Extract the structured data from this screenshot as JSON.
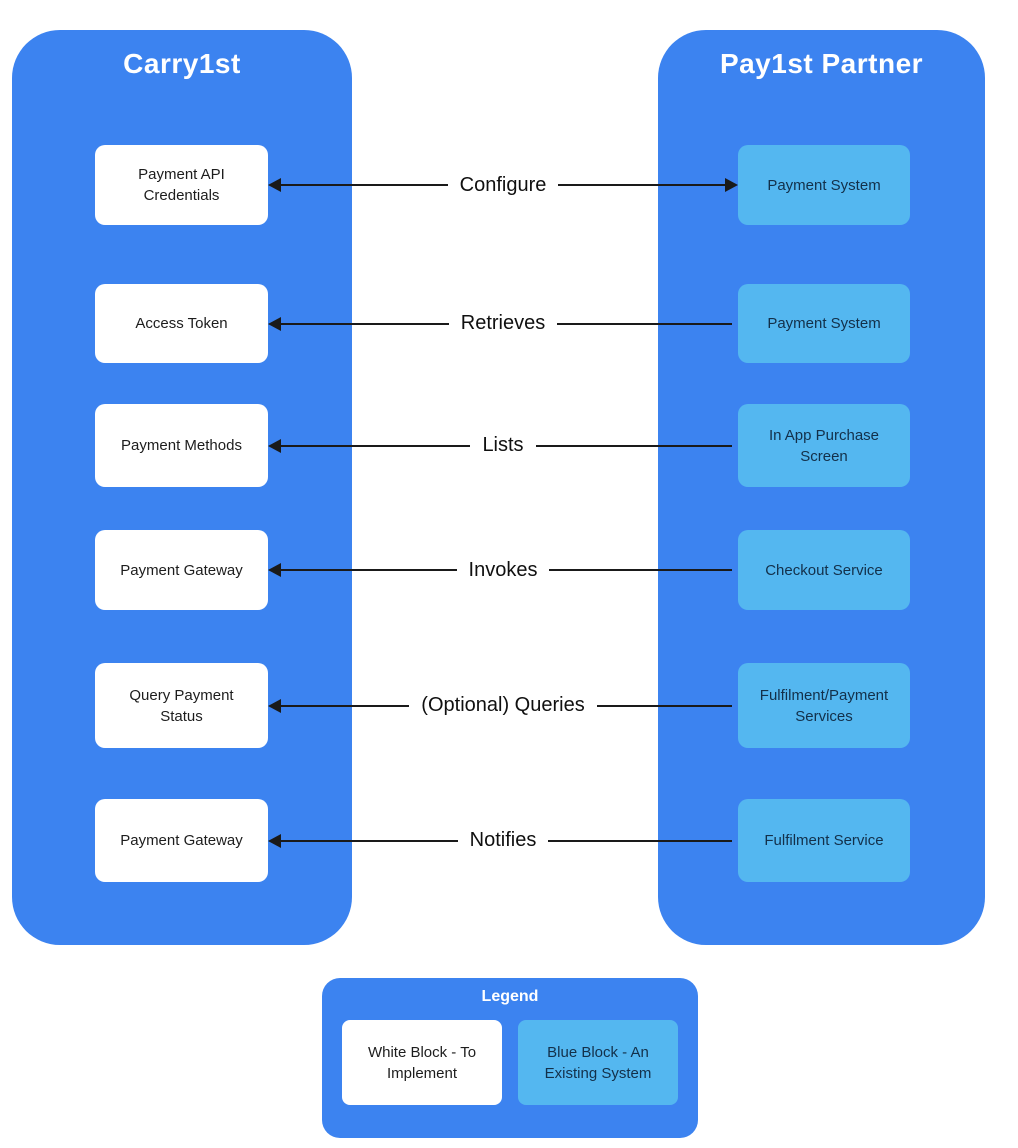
{
  "diagram": {
    "left_column": {
      "title": "Carry1st"
    },
    "right_column": {
      "title": "Pay1st Partner"
    },
    "rows": [
      {
        "left": "Payment API Credentials",
        "label": "Configure",
        "right": "Payment System",
        "direction": "both"
      },
      {
        "left": "Access Token",
        "label": "Retrieves",
        "right": "Payment System",
        "direction": "left"
      },
      {
        "left": "Payment Methods",
        "label": "Lists",
        "right": "In App Purchase Screen",
        "direction": "left"
      },
      {
        "left": "Payment Gateway",
        "label": "Invokes",
        "right": "Checkout Service",
        "direction": "left"
      },
      {
        "left": "Query Payment Status",
        "label": "(Optional) Queries",
        "right": "Fulfilment/Payment Services",
        "direction": "left"
      },
      {
        "left": "Payment Gateway",
        "label": "Notifies",
        "right": "Fulfilment Service",
        "direction": "left"
      }
    ],
    "legend": {
      "title": "Legend",
      "items": [
        {
          "label": "White Block - To Implement",
          "type": "white"
        },
        {
          "label": "Blue Block - An Existing System",
          "type": "blue"
        }
      ]
    },
    "colors": {
      "column_blue": "#3C83F0",
      "existing_block_blue": "#54B7F0",
      "implement_block_white": "#FFFFFF",
      "arrow_black": "#1A1A1A"
    }
  }
}
